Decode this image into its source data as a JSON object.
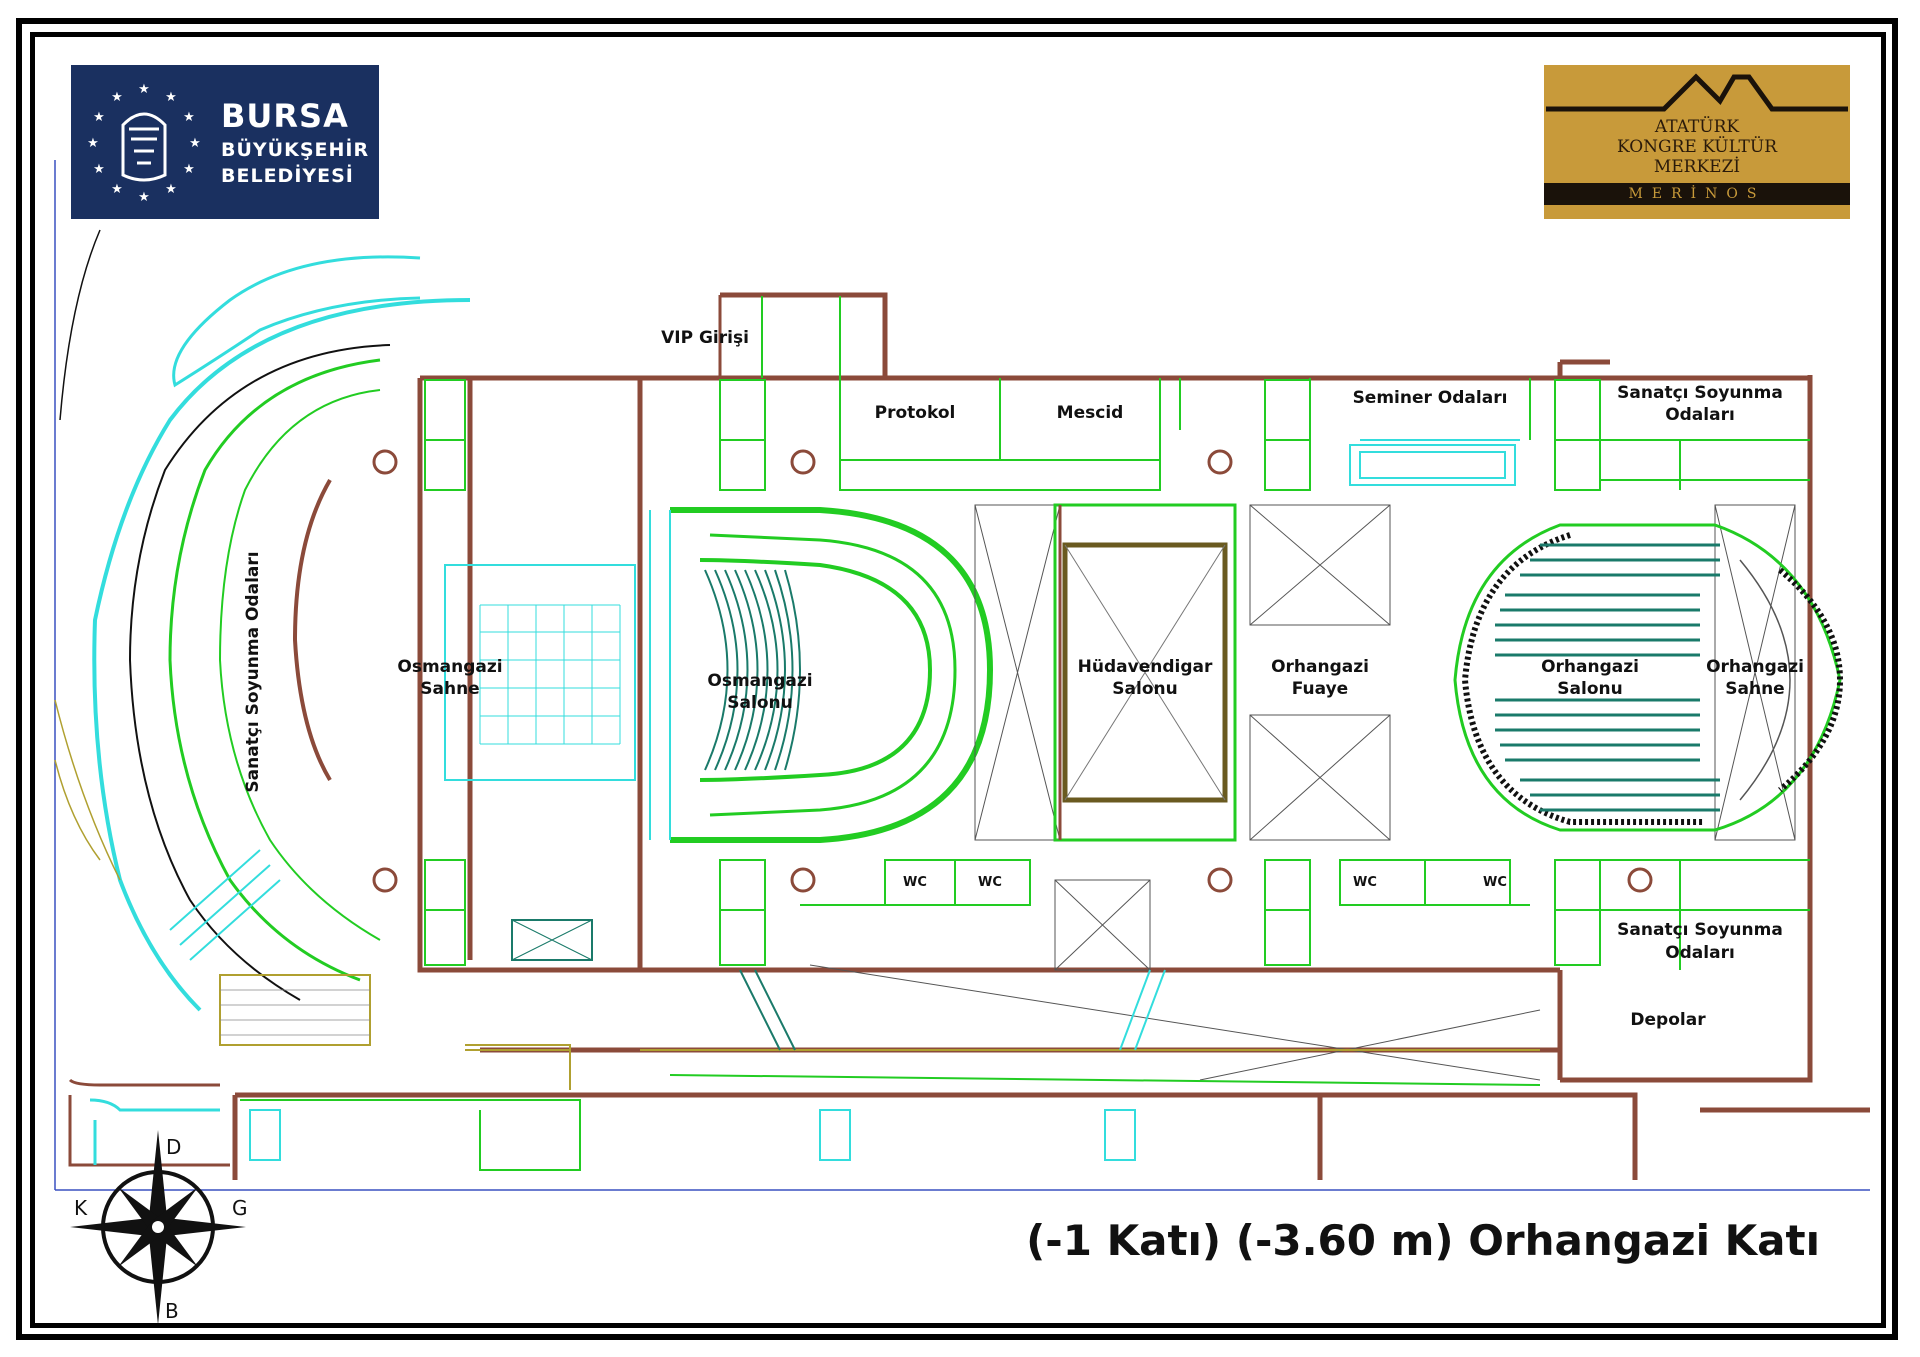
{
  "logos": {
    "bursa": {
      "line1": "BURSA",
      "line2": "BÜYÜKŞEHİR",
      "line3": "BELEDİYESİ",
      "background": "#1a3060"
    },
    "akkm": {
      "line1": "ATATÜRK",
      "line2": "KONGRE KÜLTÜR",
      "line3": "MERKEZİ",
      "band": "MERİNOS",
      "background": "#c89a3a"
    }
  },
  "rooms": {
    "vip": "VIP Girişi",
    "protokol": "Protokol",
    "mescid": "Mescid",
    "seminer": "Seminer Odaları",
    "sanatci_tr_1": "Sanatçı Soyunma",
    "sanatci_tr_2": "Odaları",
    "sanatci_left": "Sanatçı Soyunma Odaları",
    "osm_sahne_1": "Osmangazi",
    "osm_sahne_2": "Sahne",
    "osm_salon_1": "Osmangazi",
    "osm_salon_2": "Salonu",
    "hud_1": "Hüdavendigar",
    "hud_2": "Salonu",
    "orh_fuaye_1": "Orhangazi",
    "orh_fuaye_2": "Fuaye",
    "orh_salon_1": "Orhangazi",
    "orh_salon_2": "Salonu",
    "orh_sahne_1": "Orhangazi",
    "orh_sahne_2": "Sahne",
    "wc": "WC",
    "sanatci_br_1": "Sanatçı Soyunma",
    "sanatci_br_2": "Odaları",
    "depolar": "Depolar"
  },
  "compass": {
    "north": "D",
    "south": "B",
    "west": "K",
    "east": "G"
  },
  "title": "(-1 Katı)  (-3.60 m)  Orhangazi Katı",
  "colors": {
    "wall": "#8b4a3a",
    "green": "#22cc22",
    "cyan": "#33dddd",
    "olive": "#b0a030",
    "seat": "#1a7a6a",
    "navy": "#1a3060",
    "gold": "#c89a3a"
  }
}
